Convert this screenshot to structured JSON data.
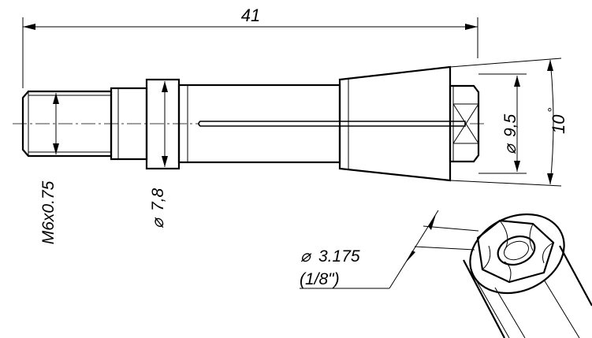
{
  "drawing": {
    "overall_length": "41",
    "thread_spec": "M6x0.75",
    "collar_diameter_symbol": "⌀",
    "collar_diameter": "7,8",
    "nose_diameter_symbol": "⌀",
    "nose_diameter": "9,5",
    "taper_angle": "10",
    "taper_angle_unit": "°",
    "bore_diameter_symbol": "⌀",
    "bore_diameter": "3.175",
    "bore_diameter_imperial": "(1/8\")"
  }
}
